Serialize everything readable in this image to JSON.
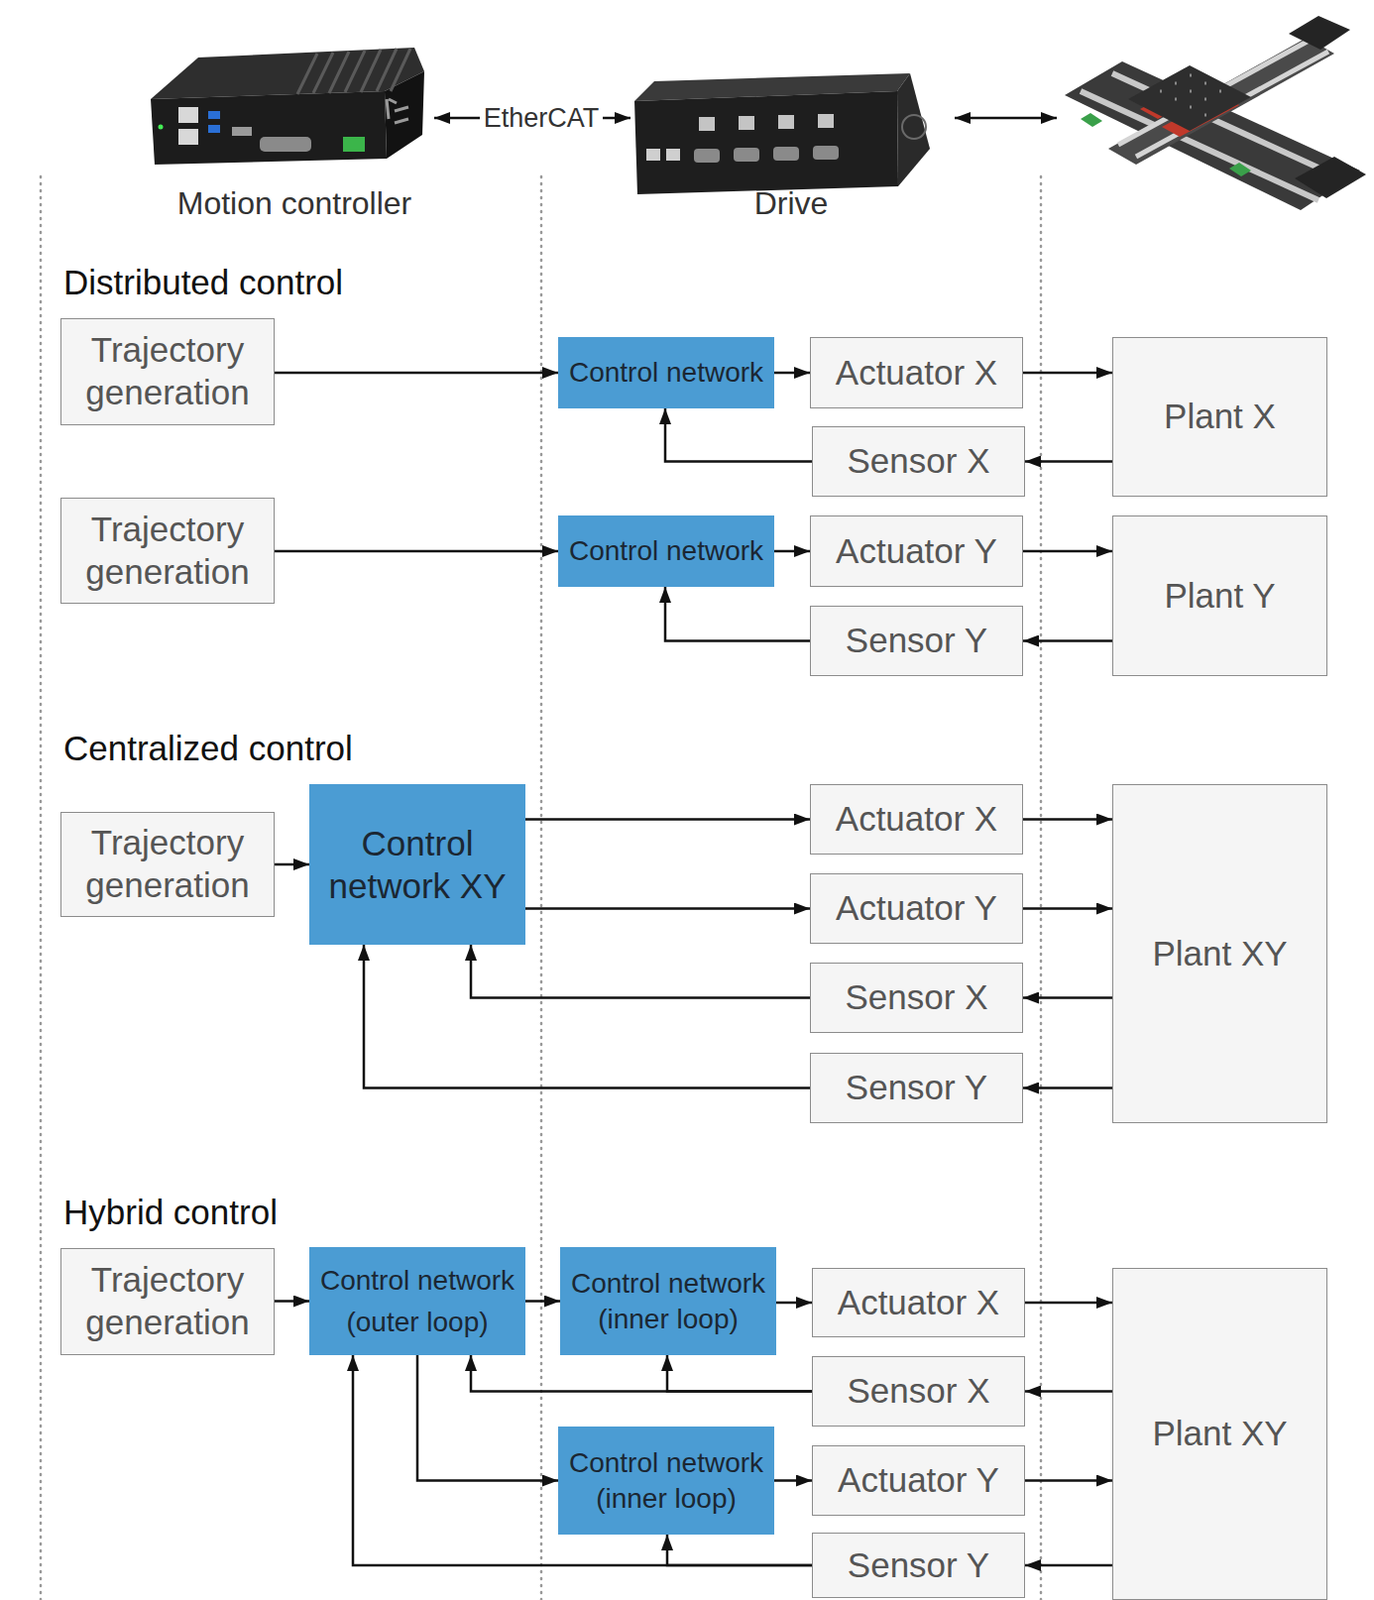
{
  "diagram": {
    "nodes": [
      {
        "text": [
          "Trajectory generation"
        ]
      },
      {
        "text": [
          "Control network"
        ]
      },
      {
        "text": [
          "Actuator X"
        ]
      },
      {
        "text": [
          "Sensor X"
        ]
      },
      {
        "text": [
          "Plant X"
        ]
      },
      {
        "text": [
          "Trajectory generation"
        ]
      },
      {
        "text": [
          "Control network"
        ]
      },
      {
        "text": [
          "Actuator Y"
        ]
      },
      {
        "text": [
          "Sensor Y"
        ]
      },
      {
        "text": [
          "Plant Y"
        ]
      },
      {
        "text": [
          "Trajectory generation"
        ]
      },
      {
        "text": [
          "Control network XY"
        ]
      },
      {
        "text": [
          "Actuator X"
        ]
      },
      {
        "text": [
          "Actuator Y"
        ]
      },
      {
        "text": [
          "Sensor X"
        ]
      },
      {
        "text": [
          "Sensor Y"
        ]
      },
      {
        "text": [
          "Plant XY"
        ]
      },
      {
        "text": [
          "Trajectory generation"
        ]
      },
      {
        "text": [
          "Control network (outer loop)"
        ]
      },
      {
        "text": [
          "Control network (inner loop)"
        ]
      },
      {
        "text": [
          "Actuator X"
        ]
      },
      {
        "text": [
          "Sensor X"
        ]
      },
      {
        "text": [
          "Control network (inner loop)"
        ]
      },
      {
        "text": [
          "Actuator Y"
        ]
      },
      {
        "text": [
          "Sensor Y"
        ]
      },
      {
        "text": [
          "Plant XY"
        ]
      }
    ],
    "edges": [
      {
        "from": 0,
        "to": 1,
        "arrow": "to"
      },
      {
        "from": 1,
        "to": 2,
        "arrow": "to"
      },
      {
        "from": 2,
        "to": 4,
        "arrow": "to"
      },
      {
        "from": 4,
        "to": 3,
        "arrow": "to"
      },
      {
        "from": 3,
        "to": 1,
        "arrow": "to"
      },
      {
        "from": 5,
        "to": 6,
        "arrow": "to"
      },
      {
        "from": 6,
        "to": 7,
        "arrow": "to"
      },
      {
        "from": 7,
        "to": 9,
        "arrow": "to"
      },
      {
        "from": 9,
        "to": 8,
        "arrow": "to"
      },
      {
        "from": 8,
        "to": 6,
        "arrow": "to"
      },
      {
        "from": 10,
        "to": 11,
        "arrow": "to"
      },
      {
        "from": 11,
        "to": 12,
        "arrow": "to"
      },
      {
        "from": 11,
        "to": 13,
        "arrow": "to"
      },
      {
        "from": 12,
        "to": 16,
        "arrow": "to"
      },
      {
        "from": 13,
        "to": 16,
        "arrow": "to"
      },
      {
        "from": 16,
        "to": 14,
        "arrow": "to"
      },
      {
        "from": 16,
        "to": 15,
        "arrow": "to"
      },
      {
        "from": 14,
        "to": 11,
        "arrow": "to"
      },
      {
        "from": 15,
        "to": 11,
        "arrow": "to"
      },
      {
        "from": 17,
        "to": 18,
        "arrow": "to"
      },
      {
        "from": 18,
        "to": 19,
        "arrow": "to"
      },
      {
        "from": 19,
        "to": 20,
        "arrow": "to"
      },
      {
        "from": 20,
        "to": 25,
        "arrow": "to"
      },
      {
        "from": 25,
        "to": 21,
        "arrow": "to"
      },
      {
        "from": 21,
        "to": 19,
        "arrow": "to"
      },
      {
        "from": 21,
        "to": 18,
        "arrow": "to"
      },
      {
        "from": 18,
        "to": 22,
        "arrow": "to"
      },
      {
        "from": 22,
        "to": 23,
        "arrow": "to"
      },
      {
        "from": 23,
        "to": 25,
        "arrow": "to"
      },
      {
        "from": 25,
        "to": 24,
        "arrow": "to"
      },
      {
        "from": 24,
        "to": 22,
        "arrow": "to"
      },
      {
        "from": 24,
        "to": 18,
        "arrow": "to"
      }
    ],
    "labels": [
      "Motion controller",
      "EtherCAT",
      "Drive",
      "Distributed control",
      "Centralized control",
      "Hybrid control"
    ]
  }
}
